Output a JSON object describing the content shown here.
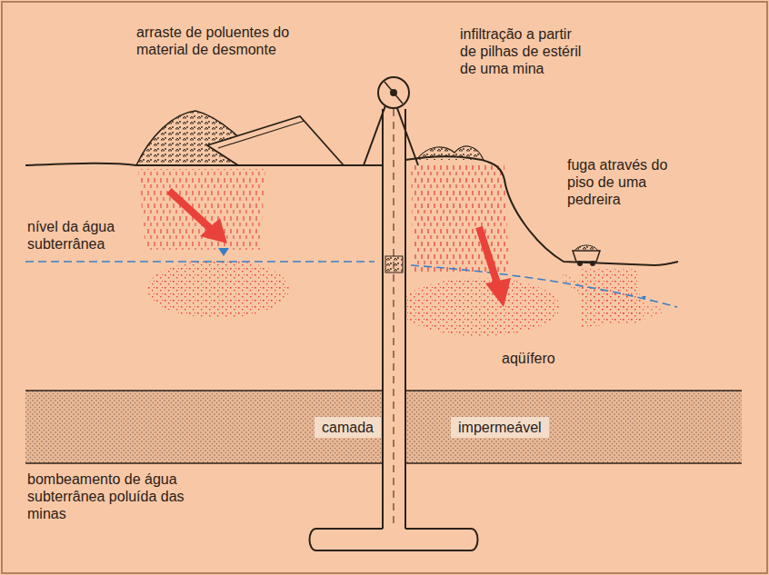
{
  "diagram": {
    "nodes": [
      {
        "text": [
          "camada",
          "impermeável"
        ]
      }
    ],
    "labels": [
      "arraste de poluentes do material de desmonte",
      "infiltração a partir de pilhas de estéril de uma mina",
      "fuga através do piso de uma pedreira",
      "nível da água subterrânea",
      "aqüífero",
      "bombeamento de água subterrânea poluída das minas"
    ]
  }
}
